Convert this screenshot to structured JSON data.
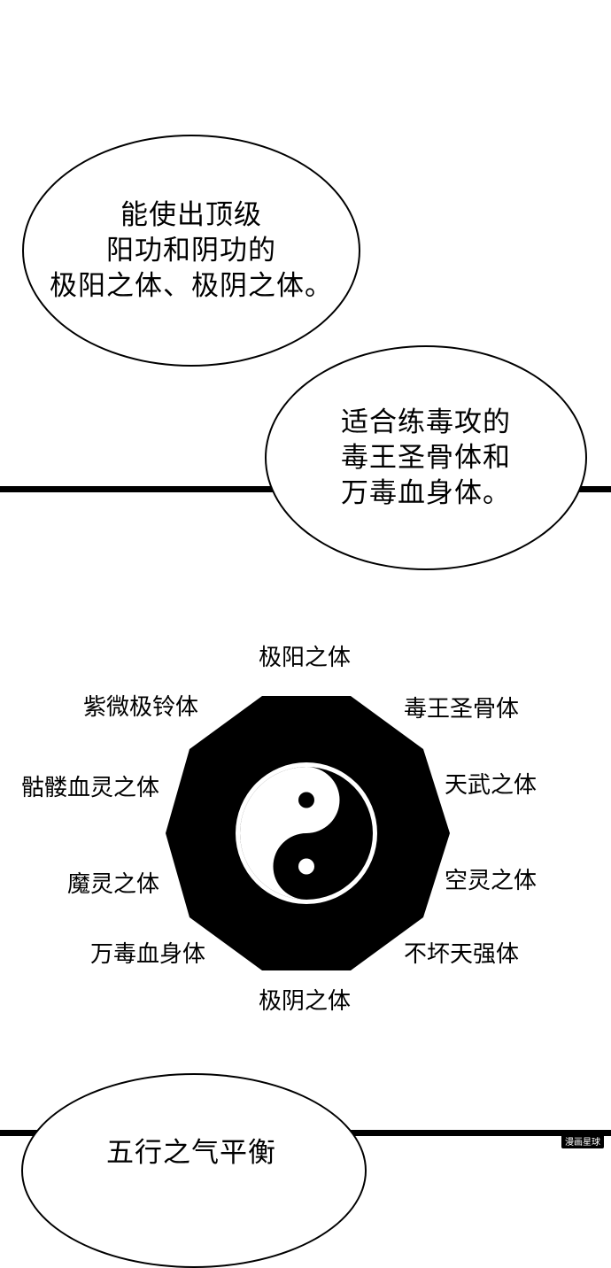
{
  "bubble_top": {
    "lines": [
      "能使出顶级",
      "阳功和阴功的",
      "极阳之体、极阴之体。"
    ]
  },
  "bubble_right": {
    "lines": [
      "适合练毒攻的",
      "毒王圣骨体和",
      "万毒血身体。"
    ]
  },
  "diagram": {
    "labels": {
      "top": "极阳之体",
      "top_right": "毒王圣骨体",
      "right_upper": "天武之体",
      "right_lower": "空灵之体",
      "bottom_right": "不坏天强体",
      "bottom": "极阴之体",
      "bottom_left": "万毒血身体",
      "left_lower": "魔灵之体",
      "left_upper": "骷髅血灵之体",
      "top_left": "紫微极铃体"
    }
  },
  "bubble_bottom": {
    "partial_text": "五行之气平衡"
  },
  "watermark": "漫画星球"
}
